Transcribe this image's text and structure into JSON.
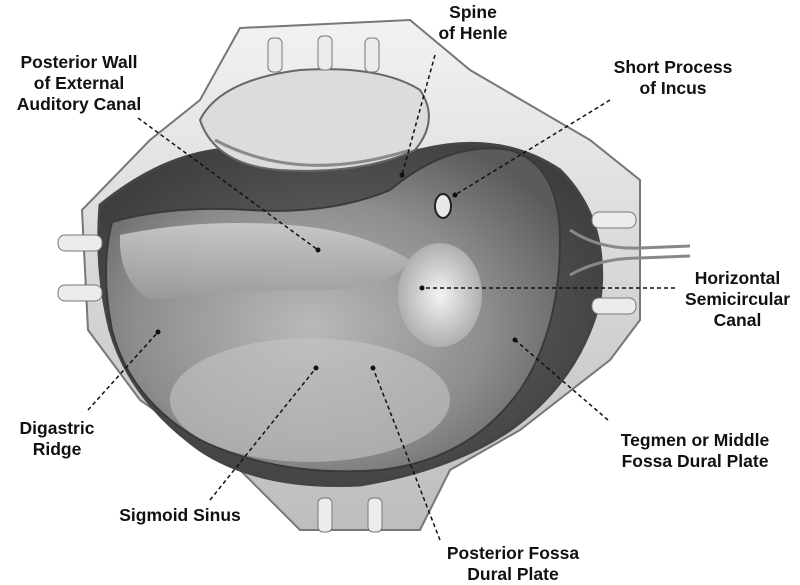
{
  "labels": {
    "spine_of_henle": [
      "Spine",
      "of Henle"
    ],
    "posterior_wall": [
      "Posterior Wall",
      "of External",
      "Auditory Canal"
    ],
    "short_process": [
      "Short Process",
      "of Incus"
    ],
    "horizontal_canal": [
      "Horizontal",
      "Semicircular",
      "Canal"
    ],
    "digastric_ridge": [
      "Digastric",
      "Ridge"
    ],
    "tegmen": [
      "Tegmen or Middle",
      "Fossa Dural Plate"
    ],
    "sigmoid_sinus": [
      "Sigmoid Sinus"
    ],
    "posterior_fossa": [
      "Posterior Fossa",
      "Dural Plate"
    ]
  }
}
